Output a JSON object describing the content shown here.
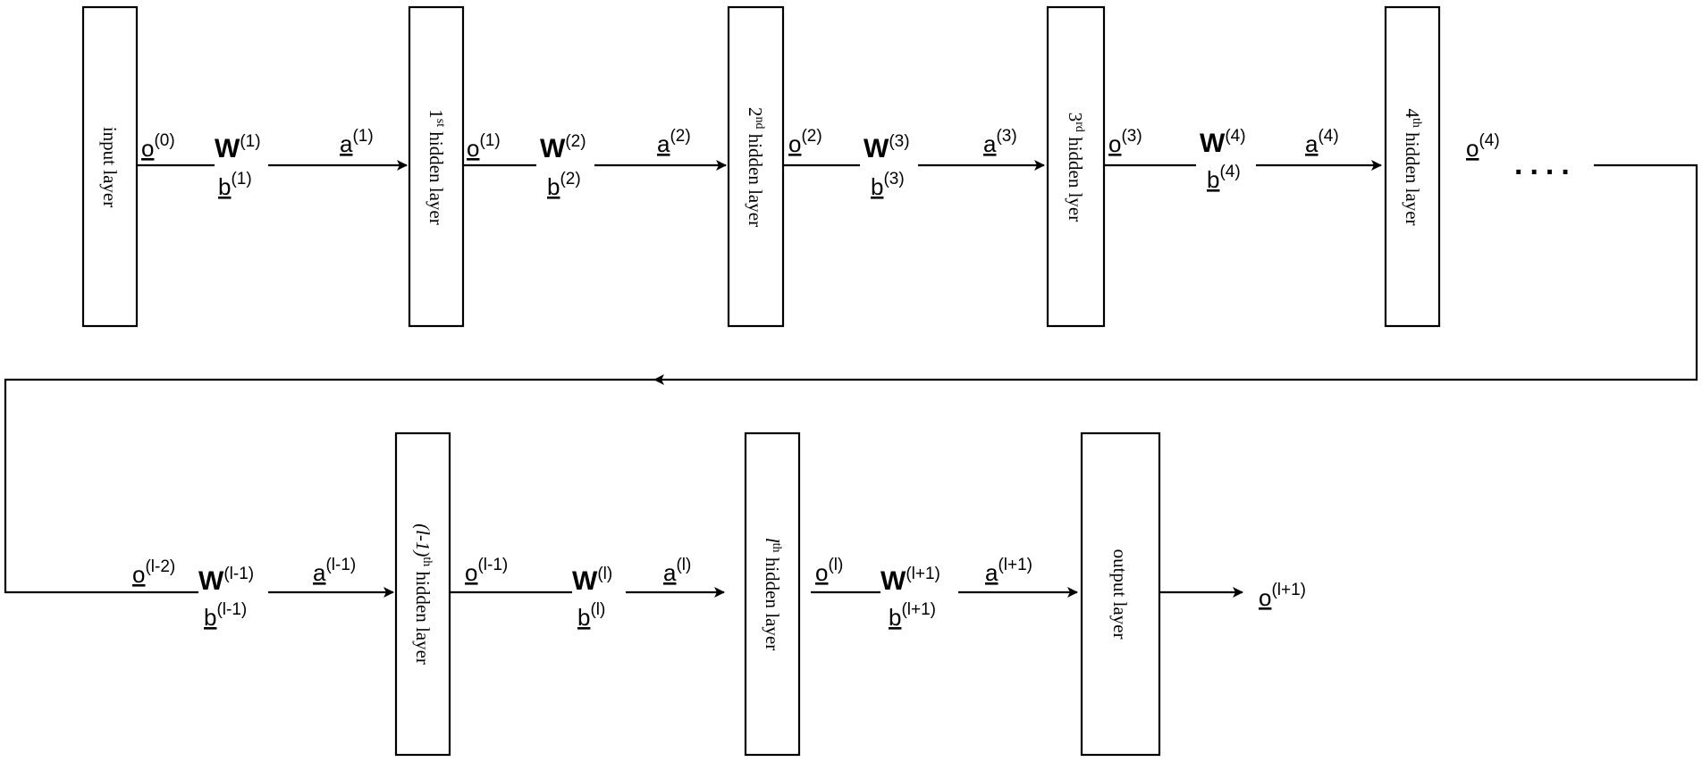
{
  "layers": [
    {
      "id": "input",
      "label": "input layer"
    },
    {
      "id": "h1",
      "label": "1",
      "sup": "st",
      "rest": " hidden layer"
    },
    {
      "id": "h2",
      "label": "2",
      "sup": "nd",
      "rest": " hidden layer"
    },
    {
      "id": "h3",
      "label": "3",
      "sup": "rd",
      "rest": " hidden lyer"
    },
    {
      "id": "h4",
      "label": "4",
      "sup": "th",
      "rest": " hidden layer"
    },
    {
      "id": "hl1",
      "label": "(l-1)",
      "sup": "th",
      "rest": " hidden layer"
    },
    {
      "id": "hl",
      "label": "l",
      "sup": "th",
      "rest": " hidden layer"
    },
    {
      "id": "output",
      "label": "output layer"
    }
  ],
  "symbols": {
    "o0": {
      "base": "o",
      "sup": "(0)"
    },
    "W1": {
      "base": "W",
      "sup": "(1)"
    },
    "b1": {
      "base": "b",
      "sup": "(1)"
    },
    "a1": {
      "base": "a",
      "sup": "(1)"
    },
    "o1": {
      "base": "o",
      "sup": "(1)"
    },
    "W2": {
      "base": "W",
      "sup": "(2)"
    },
    "b2": {
      "base": "b",
      "sup": "(2)"
    },
    "a2": {
      "base": "a",
      "sup": "(2)"
    },
    "o2": {
      "base": "o",
      "sup": "(2)"
    },
    "W3": {
      "base": "W",
      "sup": "(3)"
    },
    "b3": {
      "base": "b",
      "sup": "(3)"
    },
    "a3": {
      "base": "a",
      "sup": "(3)"
    },
    "o3": {
      "base": "o",
      "sup": "(3)"
    },
    "W4": {
      "base": "W",
      "sup": "(4)"
    },
    "b4": {
      "base": "b",
      "sup": "(4)"
    },
    "a4": {
      "base": "a",
      "sup": "(4)"
    },
    "o4": {
      "base": "o",
      "sup": "(4)"
    },
    "ol2": {
      "base": "o",
      "sup": "(l-2)"
    },
    "Wl1": {
      "base": "W",
      "sup": "(l-1)"
    },
    "bl1": {
      "base": "b",
      "sup": "(l-1)"
    },
    "al1": {
      "base": "a",
      "sup": "(l-1)"
    },
    "ol1": {
      "base": "o",
      "sup": "(l-1)"
    },
    "Wl": {
      "base": "W",
      "sup": "(l)"
    },
    "bl": {
      "base": "b",
      "sup": "(l)"
    },
    "al": {
      "base": "a",
      "sup": "(l)"
    },
    "ol": {
      "base": "o",
      "sup": "(l)"
    },
    "Wlp1": {
      "base": "W",
      "sup": "(l+1)"
    },
    "blp1": {
      "base": "b",
      "sup": "(l+1)"
    },
    "alp1": {
      "base": "a",
      "sup": "(l+1)"
    },
    "olp1": {
      "base": "o",
      "sup": "(l+1)"
    }
  },
  "ellipsis": "...."
}
